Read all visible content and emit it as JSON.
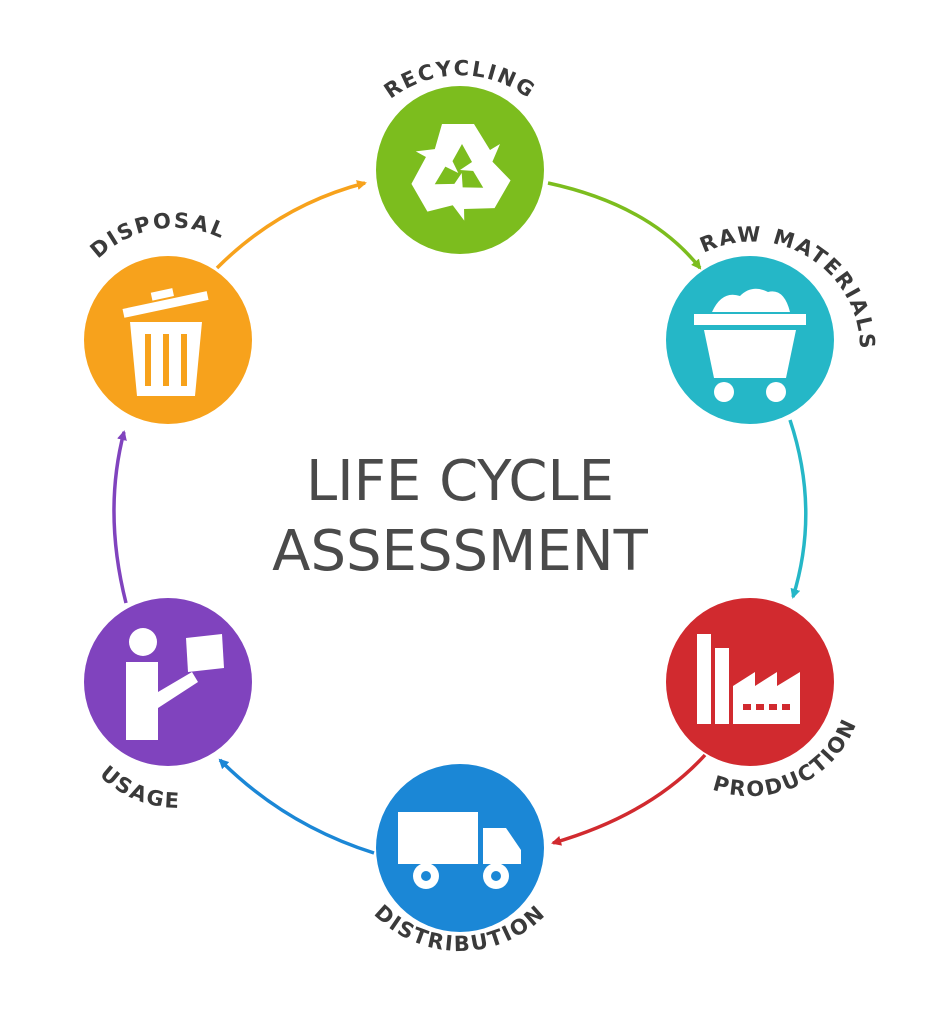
{
  "title": {
    "line1": "LIFE CYCLE",
    "line2": "ASSESSMENT"
  },
  "stages": [
    {
      "id": "recycling",
      "label": "RECYCLING",
      "color": "#7cbd1e",
      "icon": "recycle-icon"
    },
    {
      "id": "raw-materials",
      "label": "RAW MATERIALS",
      "color": "#25b7c7",
      "icon": "mine-cart-icon"
    },
    {
      "id": "production",
      "label": "PRODUCTION",
      "color": "#d12a2f",
      "icon": "factory-icon"
    },
    {
      "id": "distribution",
      "label": "DISTRIBUTION",
      "color": "#1b87d6",
      "icon": "truck-icon"
    },
    {
      "id": "usage",
      "label": "USAGE",
      "color": "#8043be",
      "icon": "person-with-box-icon"
    },
    {
      "id": "disposal",
      "label": "DISPOSAL",
      "color": "#f7a21c",
      "icon": "trash-can-icon"
    }
  ]
}
